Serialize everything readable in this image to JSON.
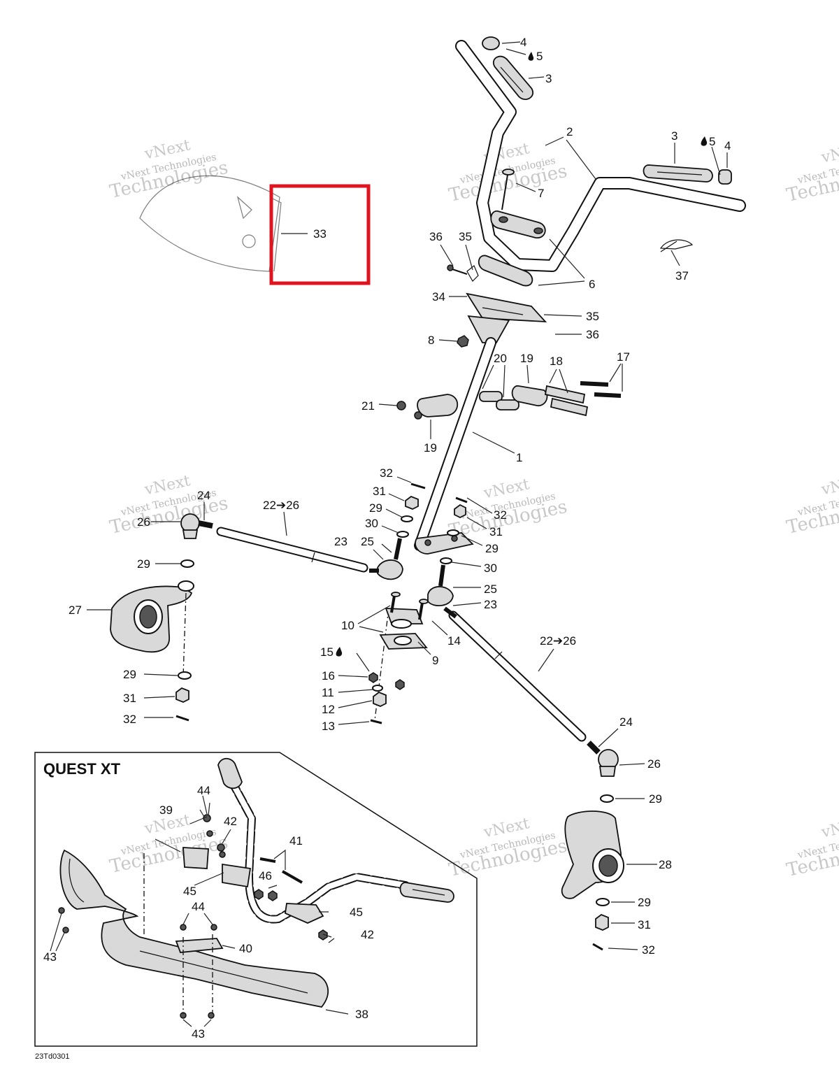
{
  "inset_title": "QUEST XT",
  "diagram_code": "23Td0301",
  "watermark": {
    "line1": "vNext",
    "line2": "vNext Technologies",
    "line3": "Technologies"
  },
  "highlight_color": "#e0141e",
  "labels": {
    "l1": "1",
    "l2": "2",
    "l3a": "3",
    "l3b": "3",
    "l4a": "4",
    "l4b": "4",
    "l5a": "5",
    "l5b": "5",
    "l6": "6",
    "l7": "7",
    "l8": "8",
    "l9": "9",
    "l10": "10",
    "l11": "11",
    "l12": "12",
    "l13": "13",
    "l14": "14",
    "l15": "15",
    "l16": "16",
    "l17": "17",
    "l18": "18",
    "l19a": "19",
    "l19b": "19",
    "l20": "20",
    "l21": "21",
    "l22a": "22➔26",
    "l22b": "22➔26",
    "l23a": "23",
    "l23b": "23",
    "l24a": "24",
    "l24b": "24",
    "l25a": "25",
    "l25b": "25",
    "l26a": "26",
    "l26b": "26",
    "l27": "27",
    "l28": "28",
    "l29a": "29",
    "l29b": "29",
    "l29c": "29",
    "l29d": "29",
    "l29e": "29",
    "l30a": "30",
    "l30b": "30",
    "l31a": "31",
    "l31b": "31",
    "l31c": "31",
    "l31d": "31",
    "l32a": "32",
    "l32b": "32",
    "l32c": "32",
    "l32d": "32",
    "l33": "33",
    "l34": "34",
    "l35a": "35",
    "l35b": "35",
    "l36a": "36",
    "l36b": "36",
    "l37": "37",
    "l38": "38",
    "l39": "39",
    "l40": "40",
    "l41": "41",
    "l42a": "42",
    "l42b": "42",
    "l43a": "43",
    "l43b": "43",
    "l44a": "44",
    "l44b": "44",
    "l45a": "45",
    "l45b": "45",
    "l46": "46"
  },
  "icons": {
    "drop": "oil-drop-icon"
  }
}
